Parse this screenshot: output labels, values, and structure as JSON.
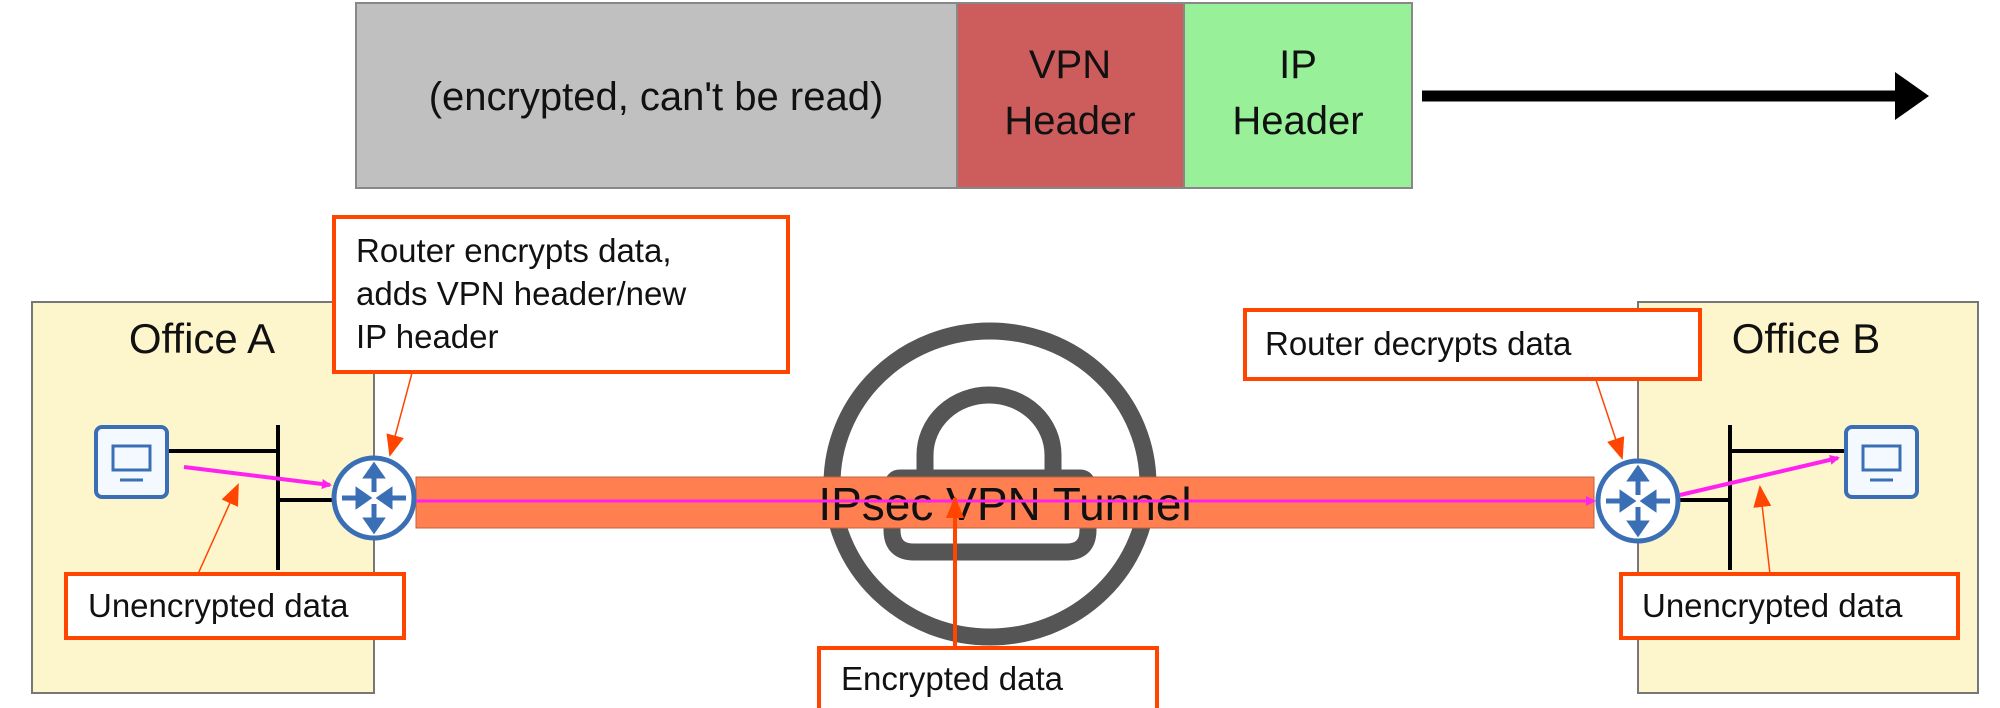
{
  "packet": {
    "payload_label": "(encrypted, can't be read)",
    "vpn_header_line1": "VPN",
    "vpn_header_line2": "Header",
    "ip_header_line1": "IP",
    "ip_header_line2": "Header",
    "colors": {
      "payload": "#c0c0c0",
      "vpn_header": "#cd5c5c",
      "ip_header": "#98f098"
    }
  },
  "offices": {
    "a_label": "Office A",
    "b_label": "Office B",
    "color": "#fdf6cc"
  },
  "tunnel": {
    "label": "IPsec VPN Tunnel",
    "color": "#ff7f50"
  },
  "callouts": {
    "router_encrypts": [
      "Router encrypts data,",
      "adds VPN header/new",
      "IP header"
    ],
    "router_decrypts": "Router decrypts data",
    "unencrypted_a": "Unencrypted data",
    "unencrypted_b": "Unencrypted data",
    "encrypted": "Encrypted data",
    "border_color": "#ff4500"
  },
  "icons": {
    "computer": "computer-icon",
    "router": "router-icon",
    "tunnel_logo": "vpn-lock-logo",
    "flow_arrow_color": "#ff22ee"
  }
}
